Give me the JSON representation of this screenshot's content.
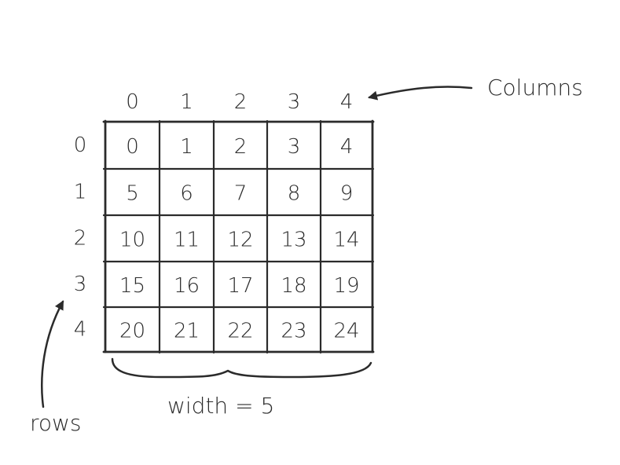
{
  "grid": {
    "rows": 5,
    "cols": 5,
    "column_headers": [
      "0",
      "1",
      "2",
      "3",
      "4"
    ],
    "row_headers": [
      "0",
      "1",
      "2",
      "3",
      "4"
    ],
    "cells": [
      [
        "0",
        "1",
        "2",
        "3",
        "4"
      ],
      [
        "5",
        "6",
        "7",
        "8",
        "9"
      ],
      [
        "10",
        "11",
        "12",
        "13",
        "14"
      ],
      [
        "15",
        "16",
        "17",
        "18",
        "19"
      ],
      [
        "20",
        "21",
        "22",
        "23",
        "24"
      ]
    ]
  },
  "labels": {
    "columns": "Columns",
    "rows": "rows",
    "width": "width = 5"
  }
}
